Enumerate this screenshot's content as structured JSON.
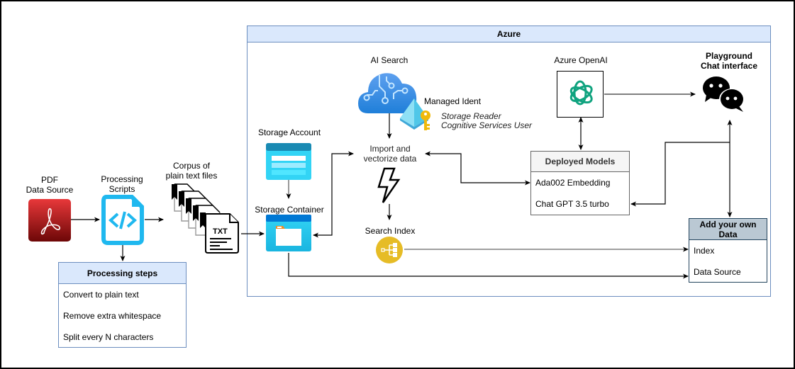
{
  "diagram": {
    "azure_group": {
      "title": "Azure"
    },
    "pdf_source": {
      "label_line1": "PDF",
      "label_line2": "Data Source",
      "icon": "pdf-icon"
    },
    "processing_scripts": {
      "label_line1": "Processing",
      "label_line2": "Scripts",
      "icon": "code-file-icon"
    },
    "processing_steps": {
      "title": "Processing steps",
      "items": [
        "Convert to plain text",
        "Remove extra whitespace",
        "Split every N characters"
      ]
    },
    "corpus": {
      "label_line1": "Corpus of",
      "label_line2": "plain text files",
      "icon": "txt-files-icon",
      "file_badge": "TXT"
    },
    "storage_account": {
      "label": "Storage Account",
      "icon": "storage-account-icon"
    },
    "storage_container": {
      "label": "Storage Container",
      "icon": "storage-container-icon"
    },
    "ai_search": {
      "label": "AI Search",
      "icon": "ai-search-cloud-icon"
    },
    "managed_identity": {
      "label": "Managed Ident",
      "roles": [
        "Storage Reader",
        "Cognitive Services User"
      ],
      "icon": "managed-identity-icon"
    },
    "import_vectorize": {
      "label_line1": "Import and",
      "label_line2": "vectorize data",
      "icon": "lightning-icon"
    },
    "search_index": {
      "label": "Search Index",
      "icon": "search-index-icon"
    },
    "azure_openai": {
      "label": "Azure OpenAI",
      "icon": "openai-icon"
    },
    "deployed_models": {
      "title": "Deployed Models",
      "items": [
        "Ada002 Embedding",
        "Chat GPT 3.5 turbo"
      ]
    },
    "playground": {
      "label_line1": "Playground",
      "label_line2": "Chat interface",
      "icon": "chat-bubbles-icon"
    },
    "add_own_data": {
      "title_line1": "Add your own",
      "title_line2": "Data",
      "items": [
        "Index",
        "Data Source"
      ]
    },
    "colors": {
      "azure_header_fill": "#dae8fc",
      "azure_border": "#6c8ebf",
      "models_header_fill": "#f5f5f5",
      "add_data_header_fill": "#bac8d3",
      "add_data_border": "#23445d",
      "openai_green": "#10a37f",
      "search_index_yellow": "#e6bc26",
      "code_icon_blue": "#1fb8ef"
    }
  }
}
